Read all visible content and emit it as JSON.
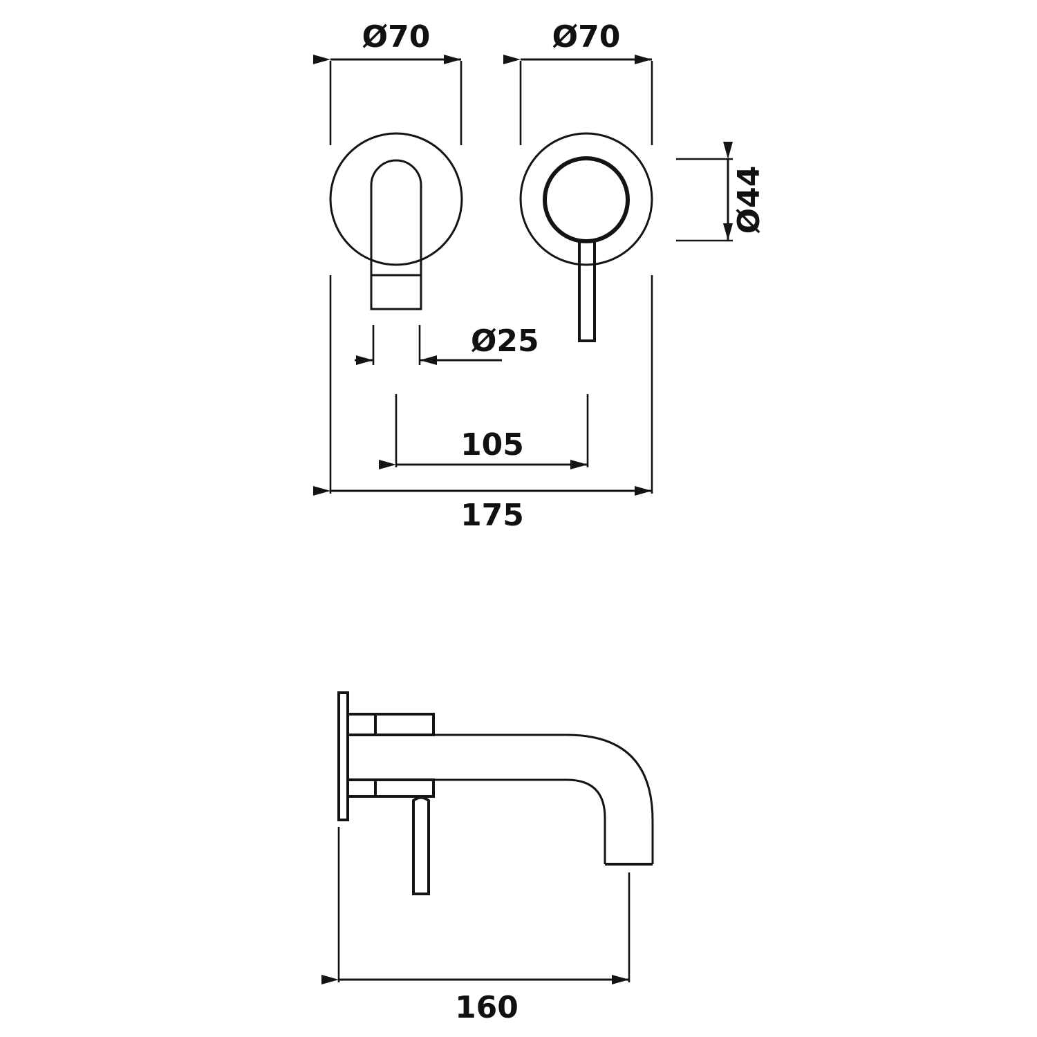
{
  "drawing": {
    "title": "Wall-mounted basin mixer technical drawing",
    "units": "mm",
    "line_color": "#141414",
    "background_color": "#ffffff",
    "views": [
      {
        "name": "front-elevation",
        "label": ""
      },
      {
        "name": "side-elevation",
        "label": ""
      }
    ]
  },
  "dimensions": {
    "spout_escutcheon_diameter": "Ø70",
    "handle_escutcheon_diameter": "Ø70",
    "handle_cap_diameter": "Ø44",
    "spout_tube_diameter": "Ø25",
    "centre_to_centre": "105",
    "overall_width": "175",
    "spout_projection": "160"
  },
  "labels": {
    "d70_left": "Ø70",
    "d70_right": "Ø70",
    "d44": "Ø44",
    "d25": "Ø25",
    "dim_105": "105",
    "dim_175": "175",
    "dim_160": "160"
  }
}
